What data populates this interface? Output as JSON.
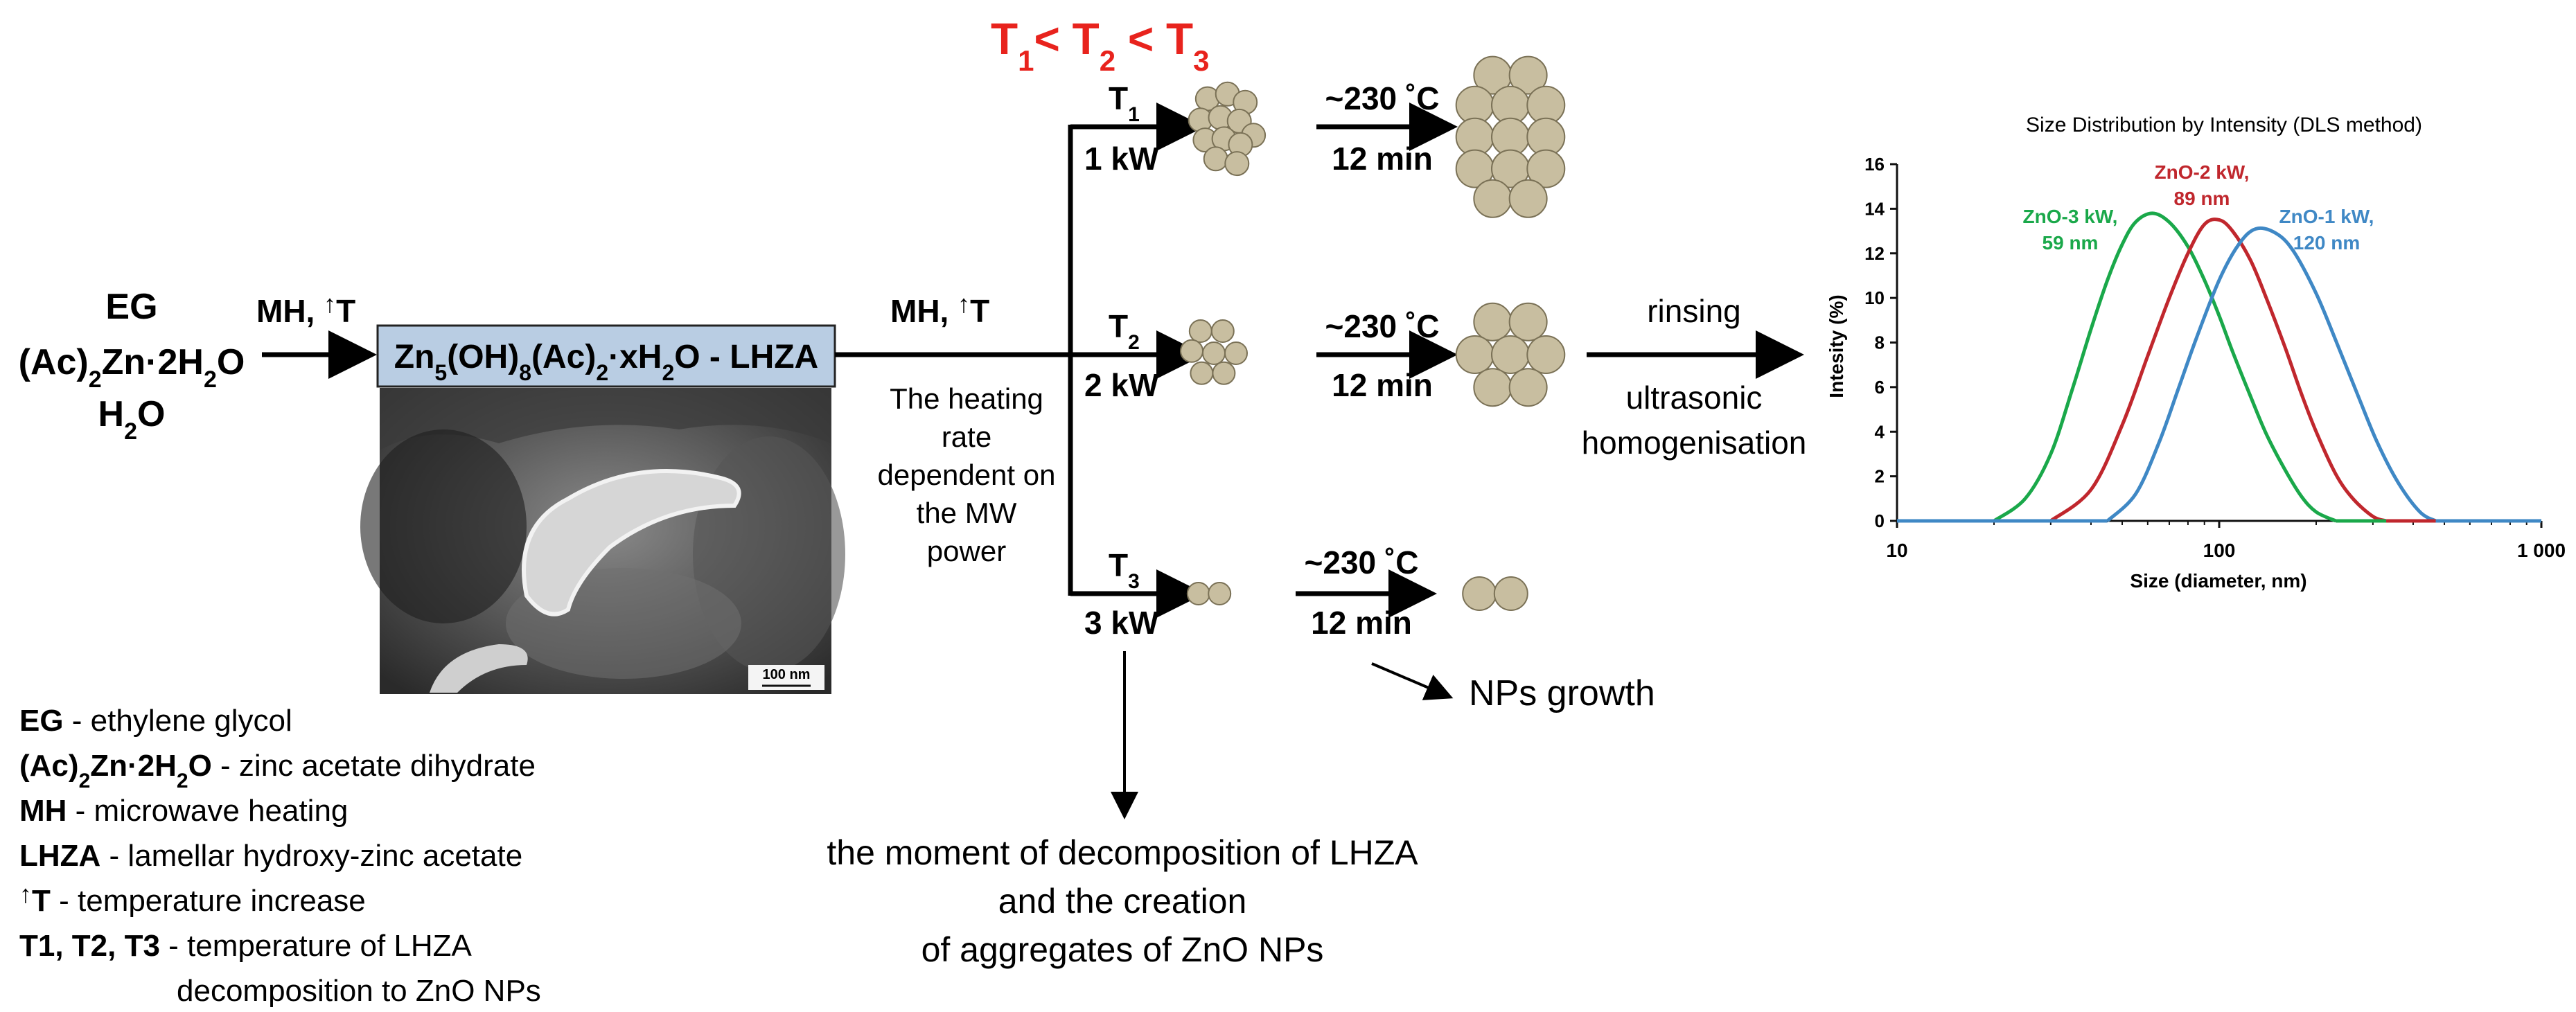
{
  "title_order": {
    "T": "T",
    "s1": "1",
    "lt1": "< ",
    "s2": "2",
    "lt2": " < ",
    "s3": "3"
  },
  "reagents": {
    "eg": "EG",
    "acetate_a": "(Ac)",
    "acetate_s1": "2",
    "acetate_b": "Zn·2H",
    "acetate_s2": "2",
    "acetate_c": "O",
    "water_a": "H",
    "water_s": "2",
    "water_b": "O"
  },
  "step1_label": "MH, ",
  "step1_up": "↑",
  "step1_T": "T",
  "lhza_box": {
    "p1": "Zn",
    "s1": "5",
    "p2": "(OH)",
    "s2": "8",
    "p3": "(Ac)",
    "s3": "2",
    "p4": "·xH",
    "s4": "2",
    "p5": "O - LHZA"
  },
  "scale_bar_label": "100 nm",
  "step2_label": "MH, ",
  "step2_up": "↑",
  "step2_T": "T",
  "heating_note": [
    "The heating",
    "rate",
    "dependent on",
    "the MW",
    "power"
  ],
  "branches": [
    {
      "T": "T",
      "sub": "1",
      "power": "1 kW",
      "temp": "~230 ˚C",
      "time": "12 min"
    },
    {
      "T": "T",
      "sub": "2",
      "power": "2 kW",
      "temp": "~230 ˚C",
      "time": "12 min"
    },
    {
      "T": "T",
      "sub": "3",
      "power": "3 kW",
      "temp": "~230 ˚C",
      "time": "12 min"
    }
  ],
  "growth_label": "NPs growth",
  "decomposition_note": [
    "the moment of decomposition of LHZA",
    "and the creation",
    "of aggregates of ZnO NPs"
  ],
  "rinsing_label": "rinsing",
  "ultrasonic_label": [
    "ultrasonic",
    "homogenisation"
  ],
  "legend": [
    {
      "key": "EG",
      "text": " - ethylene glycol"
    },
    {
      "key_a": "(Ac)",
      "key_s": "2",
      "key_b": "Zn·2H",
      "key_s2": "2",
      "key_c": "O",
      "text": " - zinc acetate dihydrate"
    },
    {
      "key": "MH",
      "text": " - microwave heating"
    },
    {
      "key": "LHZA",
      "text": " - lamellar  hydroxy-zinc acetate"
    },
    {
      "key_up": "↑",
      "key": "T",
      "text": " - temperature increase"
    },
    {
      "key": "T1, T2, T3",
      "text": " - temperature of LHZA",
      "text2": "decomposition  to ZnO NPs"
    }
  ],
  "chart_data": {
    "type": "line",
    "title": "Size Distribution by Intensity (DLS method)",
    "xlabel": "Size (diameter, nm)",
    "ylabel": "Intesity (%)",
    "xscale": "log",
    "xlim": [
      10,
      1000
    ],
    "ylim": [
      0,
      16
    ],
    "x_ticks": [
      "10",
      "100",
      "1 000"
    ],
    "y_ticks": [
      "0",
      "2",
      "4",
      "6",
      "8",
      "10",
      "12",
      "14",
      "16"
    ],
    "series": [
      {
        "name": "ZnO-3 kW, 59 nm",
        "label_lines": [
          "ZnO-3 kW,",
          "59 nm"
        ],
        "color": "#1aa84a",
        "x": [
          20,
          25,
          30,
          35,
          40,
          45,
          50,
          55,
          62,
          70,
          80,
          90,
          100,
          110,
          125,
          140,
          160,
          180,
          200,
          230
        ],
        "values": [
          0,
          1.0,
          3.0,
          5.9,
          8.6,
          10.8,
          12.4,
          13.4,
          13.8,
          13.4,
          12.3,
          10.8,
          9.2,
          7.6,
          5.6,
          3.9,
          2.3,
          1.1,
          0.4,
          0
        ]
      },
      {
        "name": "ZnO-2 kW, 89 nm",
        "label_lines": [
          "ZnO-2 kW,",
          "89 nm"
        ],
        "color": "#c0272d",
        "x": [
          30,
          40,
          50,
          60,
          70,
          80,
          90,
          100,
          110,
          125,
          140,
          160,
          180,
          200,
          230,
          260,
          300,
          330
        ],
        "values": [
          0,
          1.4,
          4.3,
          7.4,
          10.0,
          12.0,
          13.3,
          13.5,
          13.0,
          11.7,
          10.0,
          7.8,
          5.7,
          4.0,
          2.1,
          1.0,
          0.2,
          0
        ]
      },
      {
        "name": "ZnO-1 kW, 120 nm",
        "label_lines": [
          "ZnO-1 kW,",
          "120 nm"
        ],
        "color": "#3f88c5",
        "x": [
          45,
          55,
          65,
          75,
          85,
          100,
          115,
          130,
          150,
          170,
          200,
          230,
          270,
          310,
          360,
          420,
          470
        ],
        "values": [
          0,
          1.2,
          3.5,
          6.0,
          8.2,
          10.8,
          12.4,
          13.1,
          12.9,
          12.1,
          10.2,
          8.1,
          5.6,
          3.5,
          1.7,
          0.4,
          0
        ]
      }
    ]
  },
  "colors": {
    "particle_fill": "#c8bea0",
    "particle_stroke": "#7a7156",
    "box_fill": "#b9cde3",
    "title_red": "#e8231d",
    "axis": "#111111"
  }
}
